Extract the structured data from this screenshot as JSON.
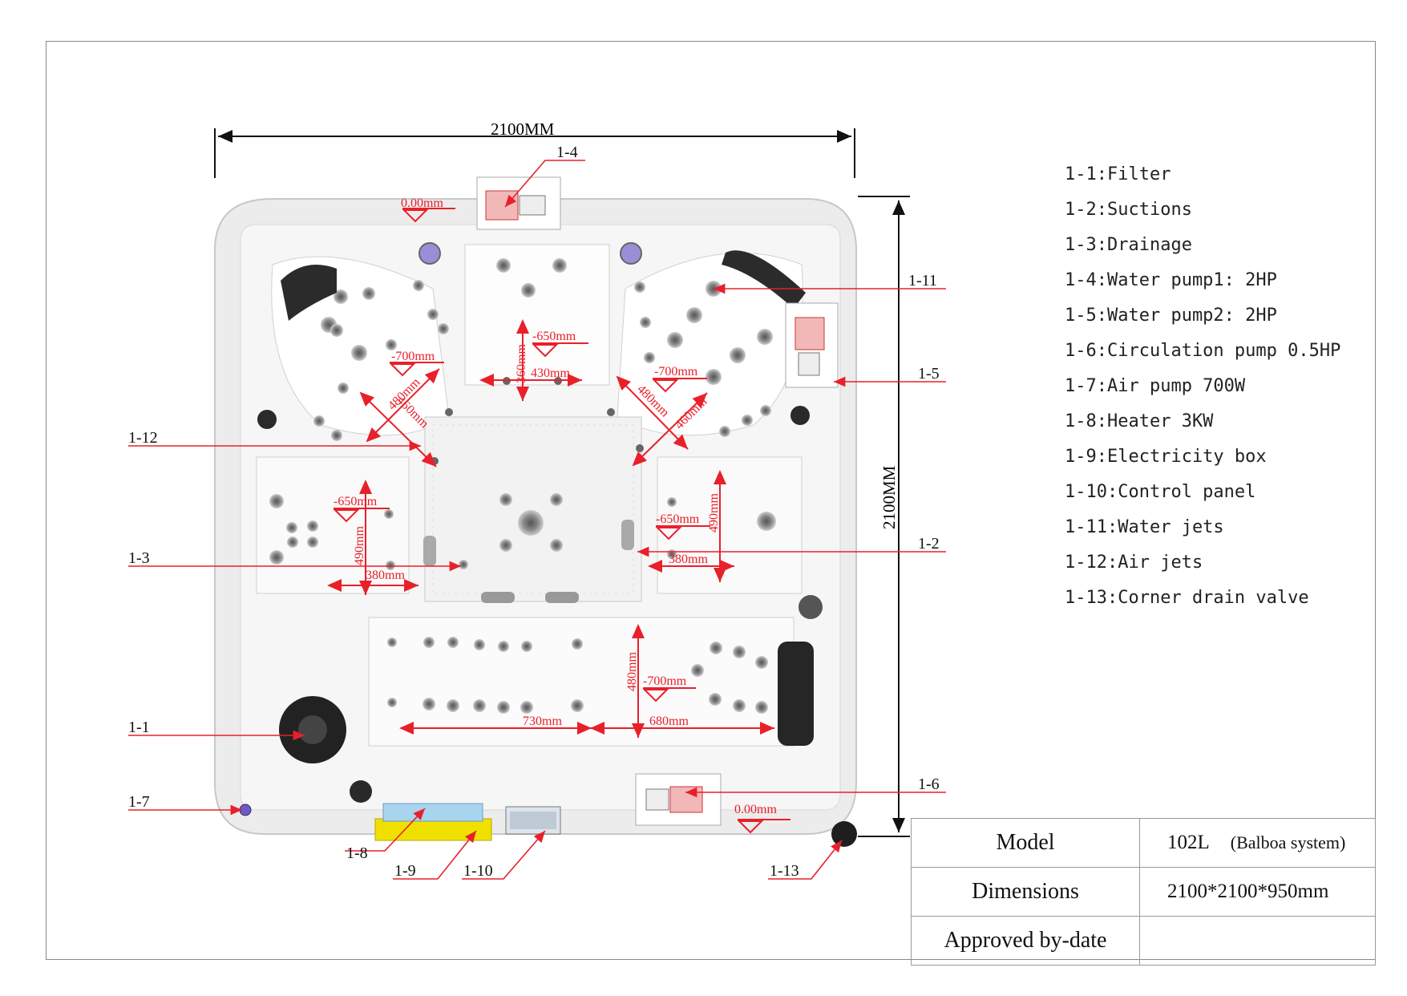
{
  "dimensions": {
    "width_label": "2100MM",
    "height_label": "2100MM"
  },
  "callouts": {
    "c1_4": "1-4",
    "c1_11": "1-11",
    "c1_5": "1-5",
    "c1_12": "1-12",
    "c1_3": "1-3",
    "c1_2": "1-2",
    "c1_1": "1-1",
    "c1_7": "1-7",
    "c1_6": "1-6",
    "c1_8": "1-8",
    "c1_9": "1-9",
    "c1_10": "1-10",
    "c1_13": "1-13"
  },
  "measurements": {
    "top_level": "0.00mm",
    "bottom_level": "0.00mm",
    "top_seat_depth": "-650mm",
    "top_seat_h": "360mm",
    "top_seat_w": "430mm",
    "left_lounger_depth": "-700mm",
    "left_lounger_a": "480mm",
    "left_lounger_b": "460mm",
    "right_lounger_depth": "-700mm",
    "right_lounger_a": "480mm",
    "right_lounger_b": "460mm",
    "left_seat_depth": "-650mm",
    "left_seat_h": "490mm",
    "left_seat_w": "380mm",
    "right_seat_depth": "-650mm",
    "right_seat_h": "490mm",
    "right_seat_w": "380mm",
    "bottom_seat_depth": "-700mm",
    "bottom_seat_h": "480mm",
    "bottom_seat_w1": "730mm",
    "bottom_seat_w2": "680mm"
  },
  "legend": [
    "1-1:Filter",
    "1-2:Suctions",
    "1-3:Drainage",
    "1-4:Water pump1: 2HP",
    "1-5:Water pump2: 2HP",
    "1-6:Circulation pump 0.5HP",
    "1-7:Air pump 700W",
    "1-8:Heater 3KW",
    "1-9:Electricity box",
    "1-10:Control panel",
    "1-11:Water jets",
    "1-12:Air jets",
    "1-13:Corner drain valve"
  ],
  "spec_table": {
    "model_label": "Model",
    "model_value": "102L",
    "model_note": "(Balboa system)",
    "dimensions_label": "Dimensions",
    "dimensions_value": "2100*2100*950mm",
    "approved_label": "Approved by-date",
    "approved_value": ""
  },
  "colors": {
    "callout_red": "#e8202a",
    "tub_shell": "#eeeeee",
    "heater_blue": "#a8d4f0",
    "box_yellow": "#f0e000",
    "air_pump_purple": "#6a5acd"
  }
}
